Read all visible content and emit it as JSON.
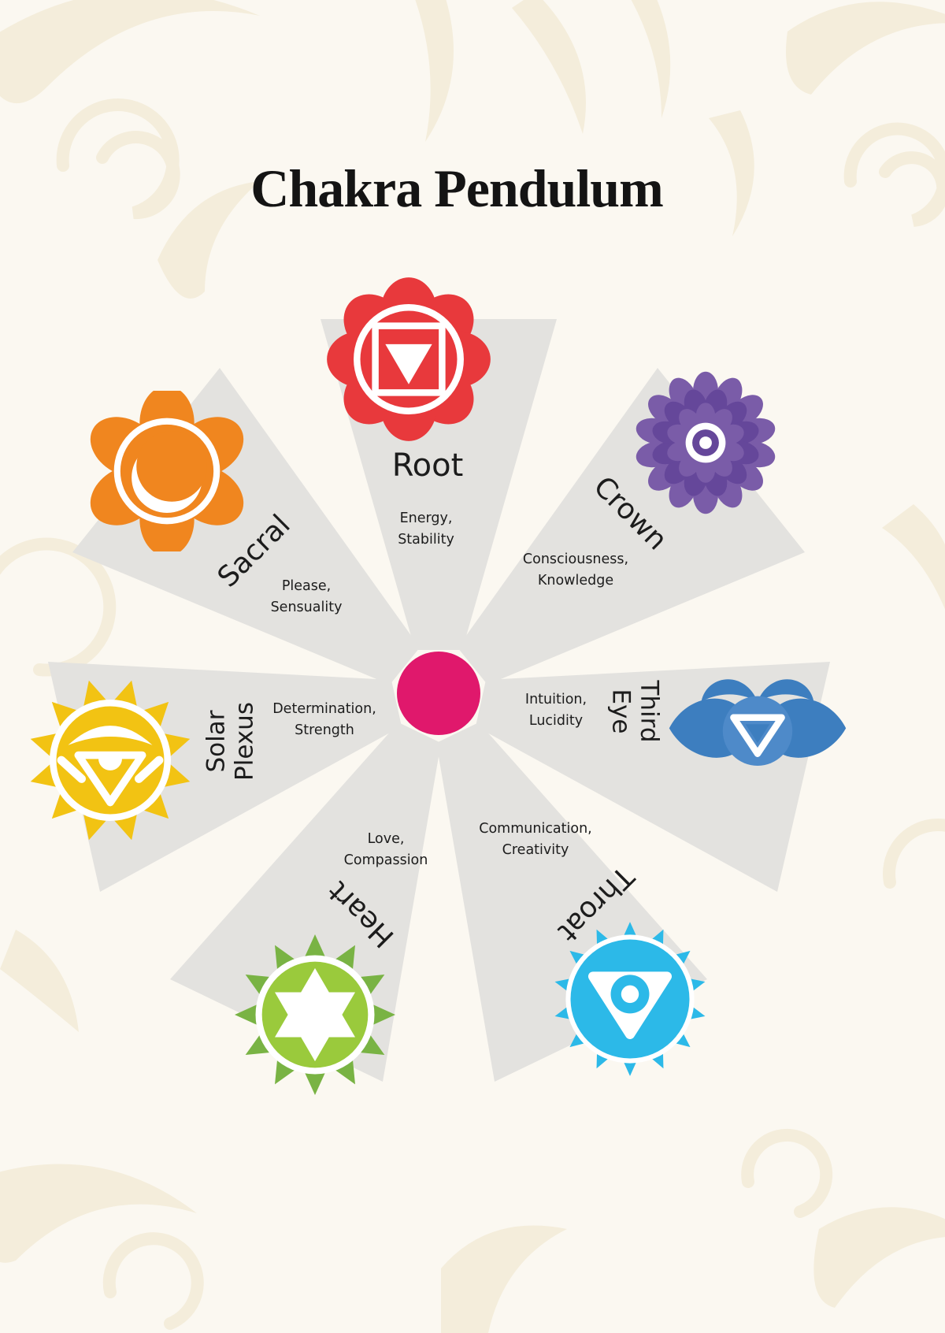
{
  "title": "Chakra Pendulum",
  "colors": {
    "bg": "#FBF8F1",
    "pattern": "#F4EDDB",
    "wedge": "#E3E2DF",
    "center-dot": "#E0186C",
    "text": "#1C1C1C",
    "root": "#E8393C",
    "sacral": "#F0861F",
    "crown": "#7A5CA8",
    "crown-dark": "#65479A",
    "third-eye": "#3D7EBF",
    "third-eye-light": "#4E8AC9",
    "throat": "#2CB9E8",
    "heart": "#79B344",
    "heart-light": "#9ACA3C",
    "solar": "#F2C313"
  },
  "chakras": [
    {
      "id": "root",
      "label": "Root",
      "traits": "Energy,\nStability",
      "color": "#E8393C"
    },
    {
      "id": "crown",
      "label": "Crown",
      "traits": "Consciousness,\nKnowledge",
      "color": "#7A5CA8"
    },
    {
      "id": "third-eye",
      "label": "Third\nEye",
      "traits": "Intuition,\nLucidity",
      "color": "#3D7EBF"
    },
    {
      "id": "throat",
      "label": "Throat",
      "traits": "Communication,\nCreativity",
      "color": "#2CB9E8"
    },
    {
      "id": "heart",
      "label": "Heart",
      "traits": "Love,\nCompassion",
      "color": "#79B344"
    },
    {
      "id": "solar-plexus",
      "label": "Solar\nPlexus",
      "traits": "Determination,\nStrength",
      "color": "#F2C313"
    },
    {
      "id": "sacral",
      "label": "Sacral",
      "traits": "Please,\nSensuality",
      "color": "#F0861F"
    }
  ]
}
